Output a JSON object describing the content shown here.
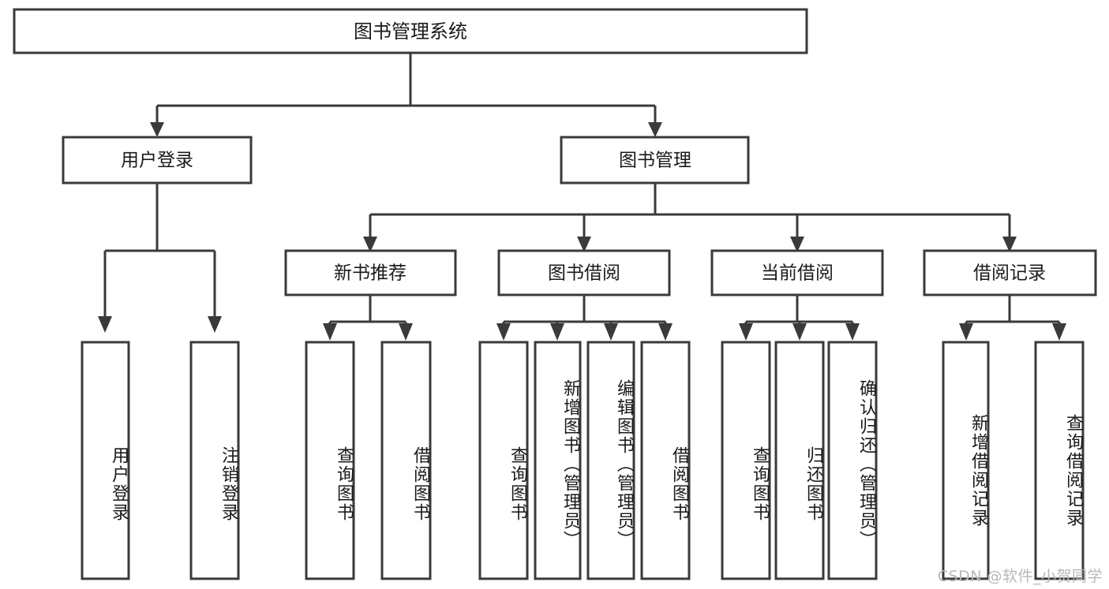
{
  "diagram": {
    "type": "tree",
    "title": "图书管理系统",
    "root": {
      "id": "root",
      "label": "图书管理系统"
    },
    "level2": [
      {
        "id": "user-login",
        "label": "用户登录"
      },
      {
        "id": "book-manage",
        "label": "图书管理"
      }
    ],
    "level3": [
      {
        "id": "new-book-rec",
        "label": "新书推荐",
        "parent": "book-manage"
      },
      {
        "id": "book-borrow",
        "label": "图书借阅",
        "parent": "book-manage"
      },
      {
        "id": "current-borrow",
        "label": "当前借阅",
        "parent": "book-manage"
      },
      {
        "id": "borrow-record",
        "label": "借阅记录",
        "parent": "book-manage"
      }
    ],
    "leaves": [
      {
        "id": "leaf-user-login",
        "label": "用户登录",
        "parent": "user-login"
      },
      {
        "id": "leaf-logout",
        "label": "注销登录",
        "parent": "user-login"
      },
      {
        "id": "leaf-query-book-1",
        "label": "查询图书",
        "parent": "new-book-rec"
      },
      {
        "id": "leaf-borrow-book-1",
        "label": "借阅图书",
        "parent": "new-book-rec"
      },
      {
        "id": "leaf-query-book-2",
        "label": "查询图书",
        "parent": "book-borrow"
      },
      {
        "id": "leaf-add-book",
        "label": "新增图书（管理员）",
        "parent": "book-borrow"
      },
      {
        "id": "leaf-edit-book",
        "label": "编辑图书（管理员）",
        "parent": "book-borrow"
      },
      {
        "id": "leaf-borrow-book-2",
        "label": "借阅图书",
        "parent": "book-borrow"
      },
      {
        "id": "leaf-query-book-3",
        "label": "查询图书",
        "parent": "current-borrow"
      },
      {
        "id": "leaf-return-book",
        "label": "归还图书",
        "parent": "current-borrow"
      },
      {
        "id": "leaf-confirm-return",
        "label": "确认归还（管理员）",
        "parent": "current-borrow"
      },
      {
        "id": "leaf-add-record",
        "label": "新增借阅记录",
        "parent": "borrow-record"
      },
      {
        "id": "leaf-query-record",
        "label": "查询借阅记录",
        "parent": "borrow-record"
      }
    ]
  },
  "watermark": {
    "text": "CSDN @软件_小贺同学"
  },
  "colors": {
    "stroke": "#3a3a3a",
    "box_fill": "#ffffff",
    "text": "#1a1a1a",
    "watermark": "#b8b8b8",
    "background": "#ffffff"
  }
}
